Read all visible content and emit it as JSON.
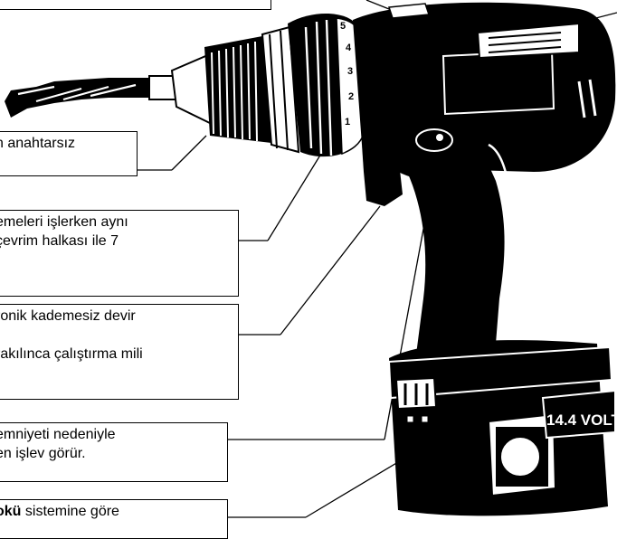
{
  "callouts": {
    "chuck": {
      "line1": "n anahtarsız"
    },
    "rings": {
      "line1": "emeleri işlerken aynı",
      "line2": "çevrim halkası ile 7"
    },
    "switch": {
      "line1": "ronik kademesiz devir",
      "line3": "rakılınca çalıştırma mili"
    },
    "safety": {
      "line1": "emniyeti nedeniyle",
      "line2": "en işlev görür."
    },
    "battery": {
      "bold": "okü",
      "rest": " sistemine göre"
    }
  },
  "drill": {
    "clutch_numbers": [
      "1",
      "2",
      "3",
      "4",
      "5"
    ],
    "battery_label": "14.4 VOLT"
  },
  "colors": {
    "ink": "#000000",
    "paper": "#ffffff"
  }
}
